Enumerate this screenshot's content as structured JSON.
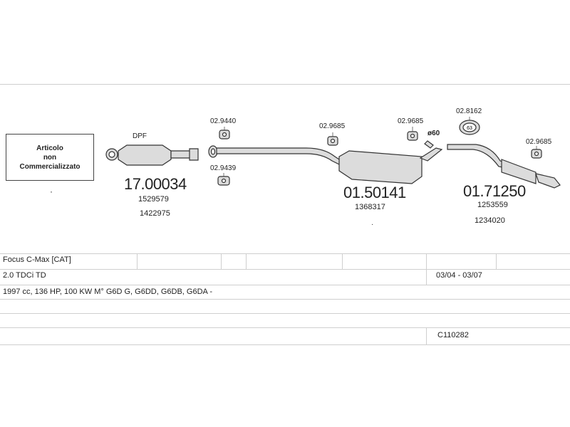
{
  "not_sold_box": {
    "line1": "Articolo",
    "line2": "non",
    "line3": "Commercializzato"
  },
  "parts": [
    {
      "label": "DPF",
      "part_no": "17.00034",
      "oem": [
        "1529579",
        "1422975"
      ]
    },
    {
      "part_no": "01.50141",
      "oem": [
        "1368317"
      ]
    },
    {
      "part_no": "01.71250",
      "oem": [
        "1253559",
        "1234020"
      ]
    }
  ],
  "hardware": {
    "h1": "02.9440",
    "h2": "02.9439",
    "h3": "02.9685",
    "h4": "02.9685",
    "h5": "02.8162",
    "h6": "02.9685",
    "diameter": "ø60",
    "ring_label": "63"
  },
  "vehicle": {
    "model": "Focus C-Max  [CAT]",
    "engine": "2.0 TDCi TD",
    "years": "03/04 - 03/07",
    "spec": "1997 cc, 136 HP, 100 KW M° G6D G, G6DD, G6DB, G6DA -",
    "code": "C110282"
  },
  "colors": {
    "line": "#cfcfcf",
    "part_fill": "#dcdcdc",
    "part_stroke": "#333333"
  }
}
